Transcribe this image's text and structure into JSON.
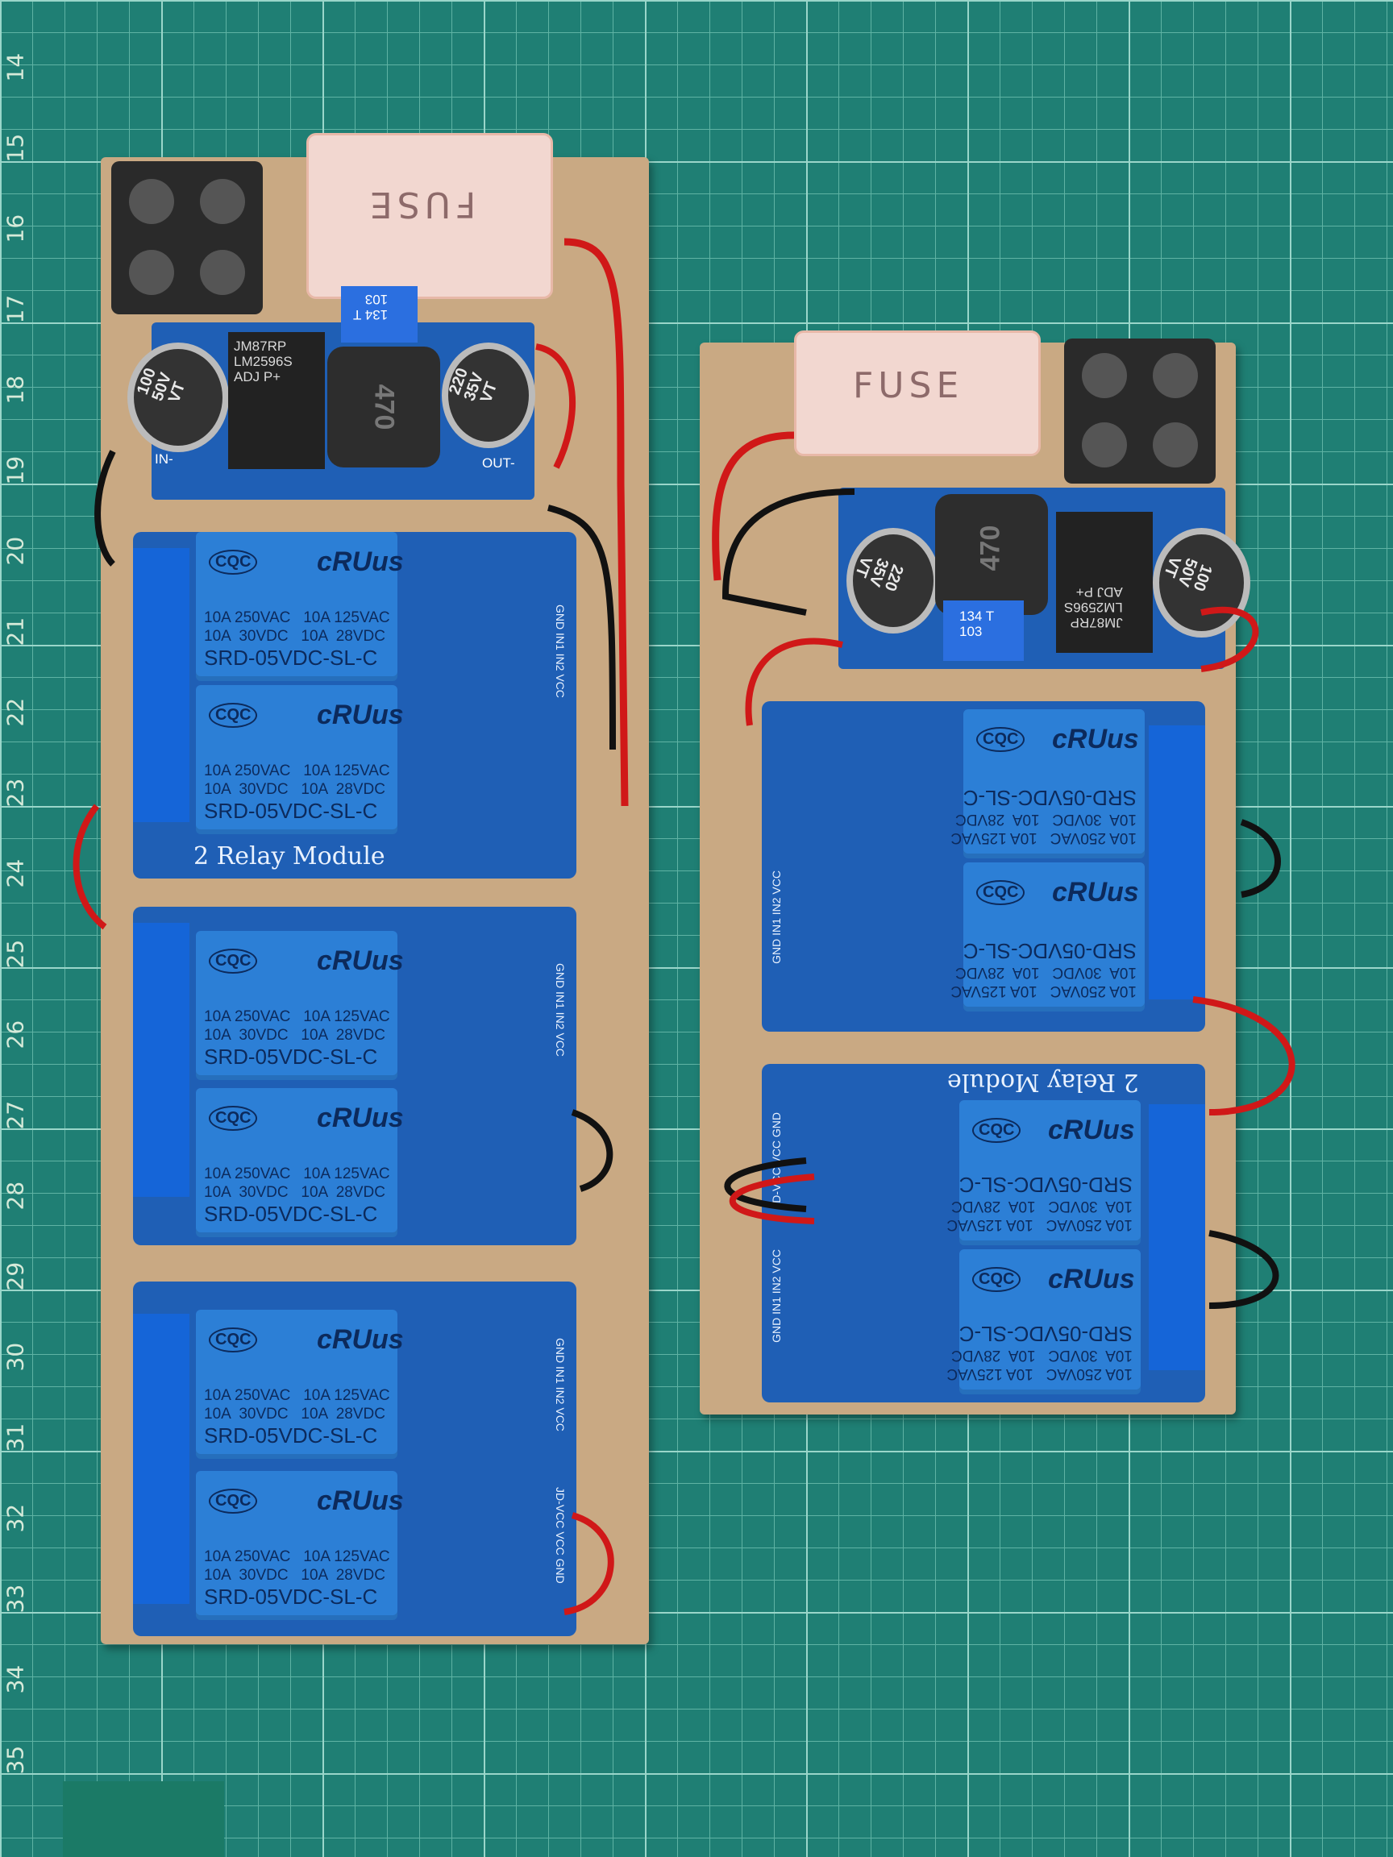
{
  "photo": {
    "subject": "two-relay-module-boards",
    "mat_color": "#1f7f74",
    "grid_color": "#7cc7b9",
    "board_color": "#c9a983",
    "pcb_color": "#1f5fb5",
    "relay_color": "#2c7fd6"
  },
  "ruler": {
    "numbers": [
      "14",
      "15",
      "16",
      "17",
      "18",
      "19",
      "20",
      "21",
      "22",
      "23",
      "24",
      "25",
      "26",
      "27",
      "28",
      "29",
      "30",
      "31",
      "32",
      "33",
      "34",
      "35"
    ]
  },
  "fuse_label": "FUSE",
  "buck_converter": {
    "ic_text": "JM87RP\nLM2596S\nADJ P+",
    "cap_in": "100\n50V\nVT",
    "cap_out": "220\n35V\nVT",
    "inductor": "470",
    "trim_pot": "134 T\n103",
    "pin_in": "IN-",
    "pin_out": "OUT-"
  },
  "relay": {
    "logo": "CQC",
    "ul_mark": "cRUus",
    "ratings": "10A 250VAC   10A 125VAC\n10A  30VDC   10A  28VDC",
    "model": "SRD-05VDC-SL-C"
  },
  "module_label": "2 Relay Module",
  "pins_input": "GND IN1 IN2 VCC",
  "pins_power": "JD-VCC VCC GND"
}
